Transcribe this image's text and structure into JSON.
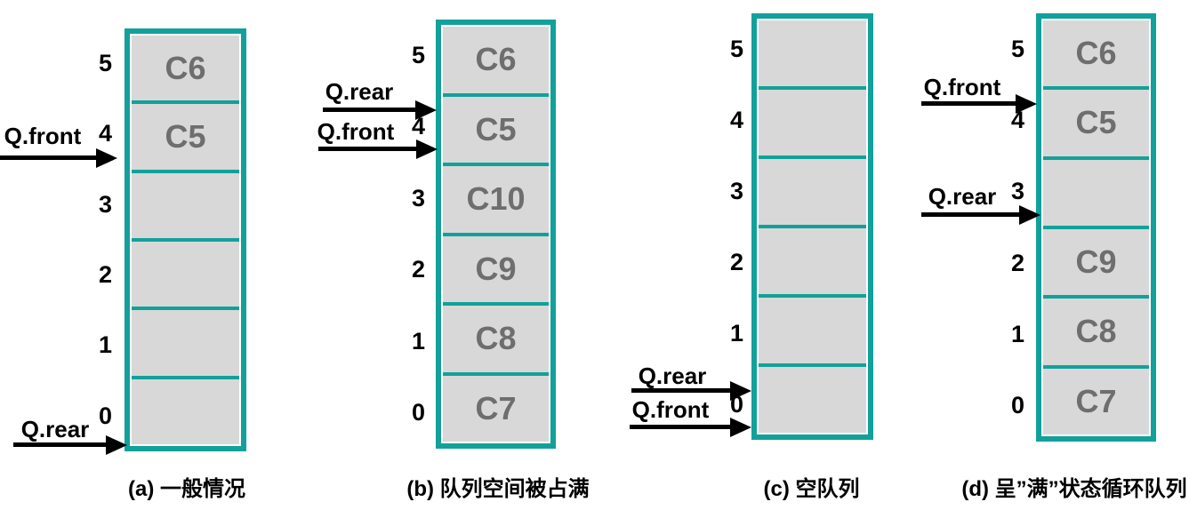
{
  "figure": {
    "title": "circular queue states",
    "colors": {
      "box_border_teal": "#12a19a",
      "cell_fill_gray": "#d8d8d8",
      "cell_text_gray": "#6e6e6e",
      "arrow_black": "#000000",
      "background": "#ffffff"
    }
  },
  "diagrams": [
    {
      "key": "a",
      "caption": "(a) 一般情况",
      "indices": [
        "5",
        "4",
        "3",
        "2",
        "1",
        "0"
      ],
      "cells": [
        "C6",
        "C5",
        "",
        "",
        "",
        ""
      ],
      "pointers": [
        {
          "label": "Q.front",
          "at_index": 4,
          "edge": "lower"
        },
        {
          "label": "Q.rear",
          "at_index": 0,
          "edge": "lower"
        }
      ]
    },
    {
      "key": "b",
      "caption": "(b) 队列空间被占满",
      "indices": [
        "5",
        "4",
        "3",
        "2",
        "1",
        "0"
      ],
      "cells": [
        "C6",
        "C5",
        "C10",
        "C9",
        "C8",
        "C7"
      ],
      "pointers": [
        {
          "label": "Q.rear",
          "at_index": 4,
          "edge": "upper"
        },
        {
          "label": "Q.front",
          "at_index": 4,
          "edge": "lower"
        }
      ]
    },
    {
      "key": "c",
      "caption": "(c) 空队列",
      "indices": [
        "5",
        "4",
        "3",
        "2",
        "1",
        "0"
      ],
      "cells": [
        "",
        "",
        "",
        "",
        "",
        ""
      ],
      "pointers": [
        {
          "label": "Q.rear",
          "at_index": 0,
          "edge": "upper"
        },
        {
          "label": "Q.front",
          "at_index": 0,
          "edge": "lower"
        }
      ]
    },
    {
      "key": "d",
      "caption": "(d) 呈”满”状态循环队列",
      "indices": [
        "5",
        "4",
        "3",
        "2",
        "1",
        "0"
      ],
      "cells": [
        "C6",
        "C5",
        "",
        "C9",
        "C8",
        "C7"
      ],
      "pointers": [
        {
          "label": "Q.front",
          "at_index": 4,
          "edge": "upper"
        },
        {
          "label": "Q.rear",
          "at_index": 3,
          "edge": "lower"
        }
      ]
    }
  ]
}
